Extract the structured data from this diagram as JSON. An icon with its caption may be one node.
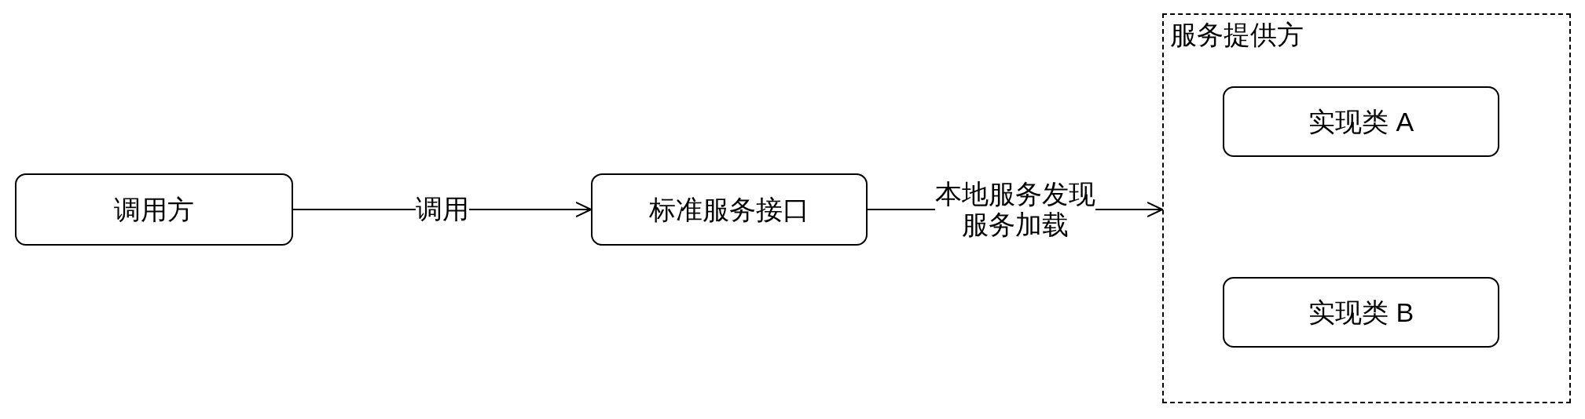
{
  "diagram": {
    "nodes": [
      {
        "text": [
          "调用方"
        ]
      },
      {
        "text": [
          "标准服务接口"
        ]
      },
      {
        "text": [
          "服务提供方"
        ]
      },
      {
        "text": [
          "实现类 A"
        ],
        "in": 2
      },
      {
        "text": [
          "实现类 B"
        ],
        "in": 2
      }
    ],
    "edges": [
      {
        "from": 0,
        "to": 1,
        "arrow": "to",
        "label": "调用"
      },
      {
        "from": 1,
        "to": 2,
        "arrow": "to",
        "label": "本地服务发现服务加载"
      }
    ]
  }
}
